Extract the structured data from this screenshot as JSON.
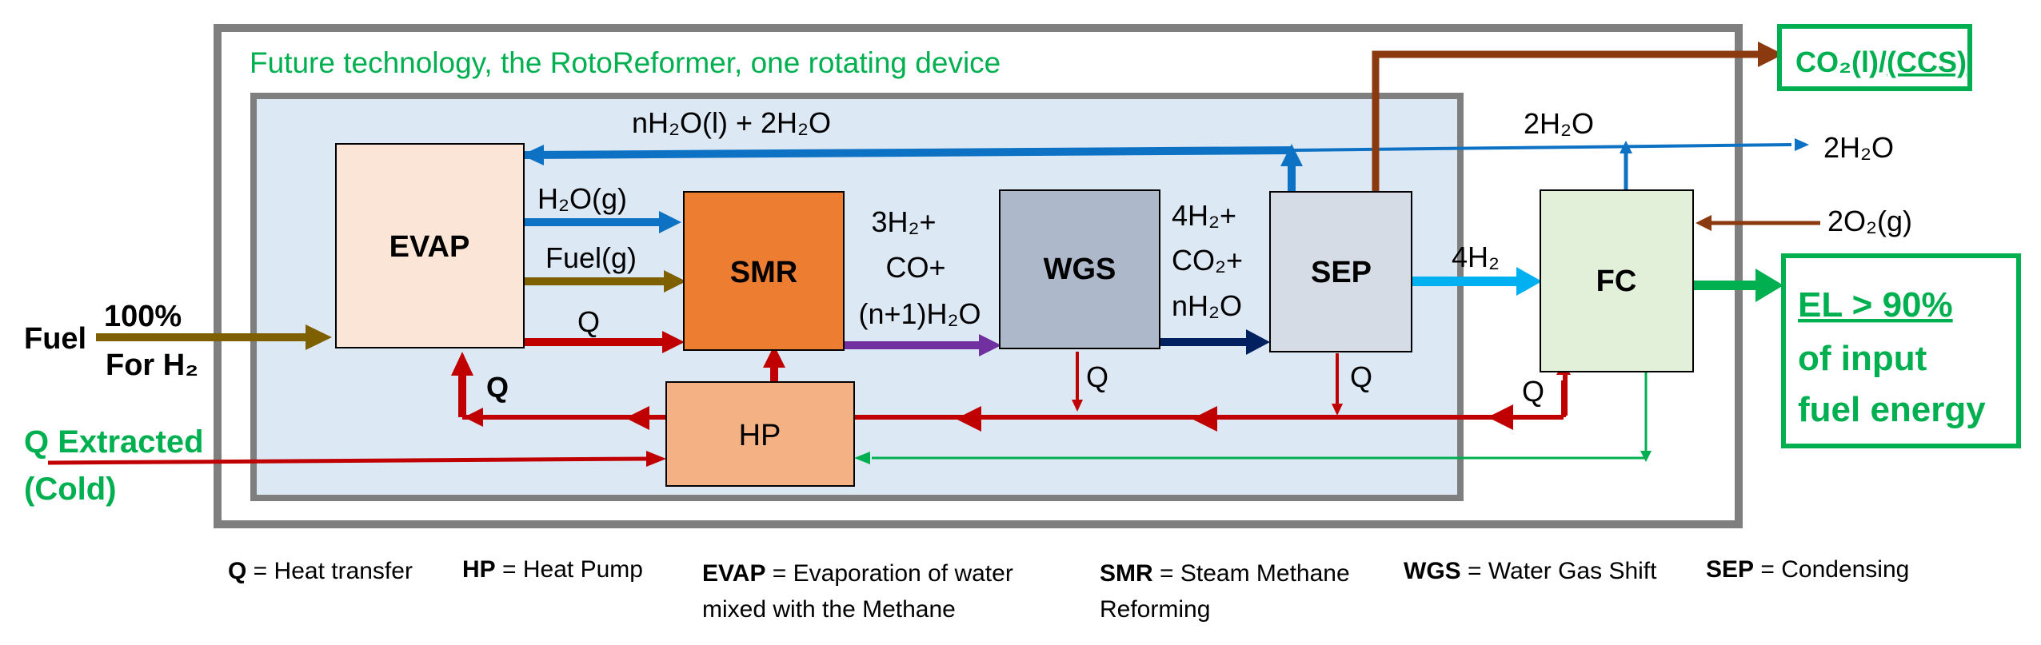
{
  "title": "Future technology, the RotoReformer, one rotating device",
  "blocks": {
    "evap": "EVAP",
    "smr": "SMR",
    "wgs": "WGS",
    "sep": "SEP",
    "fc": "FC",
    "hp": "HP"
  },
  "flows": {
    "water_return": "nH₂O(l) + 2H₂O",
    "h2o_g": "H₂O(g)",
    "fuel_g": "Fuel(g)",
    "q_evap_smr": "Q",
    "q_hp_evap": "Q",
    "smr_out": [
      "3H₂+",
      "CO+",
      "(n+1)H₂O"
    ],
    "wgs_out": [
      "4H₂+",
      "CO₂+",
      "nH₂O"
    ],
    "q_wgs": "Q",
    "q_sep": "Q",
    "q_fc": "Q",
    "sep_fc": "4H₂",
    "fc_water": "2H₂O",
    "water_out": "2H₂O",
    "o2_in": "2O₂(g)"
  },
  "inputs": {
    "fuel_label": "Fuel",
    "fuel_pct": "100%",
    "fuel_for": "For H₂",
    "q_extracted": [
      "Q Extracted",
      "(Cold)"
    ]
  },
  "outputs": {
    "co2_part1": "CO₂(l)/",
    "co2_part2": "(CCS)",
    "el_line1": "EL > 90%",
    "el_line2": "of input",
    "el_line3": "fuel energy"
  },
  "legend": [
    {
      "key": "Q",
      "text": " = Heat transfer"
    },
    {
      "key": "HP",
      "text": " = Heat Pump"
    },
    {
      "key": "EVAP",
      "text": " = Evaporation of water",
      "text2": "mixed with the Methane"
    },
    {
      "key": "SMR",
      "text": " = Steam Methane",
      "text2": "Reforming"
    },
    {
      "key": "WGS",
      "text": " = Water Gas Shift"
    },
    {
      "key": "SEP",
      "text": " = Condensing"
    }
  ],
  "colors": {
    "outer_border": "#7f7f7f",
    "inner_fill": "#dde8f5",
    "green": "#00b050",
    "water_blue": "#0e72c4",
    "heat_red": "#c00000",
    "fuel_olive": "#7f6000",
    "co2_brown": "#8b3a0f",
    "h2_cyan": "#00b0f0",
    "navy": "#002060",
    "purple": "#7030a0",
    "evap_fill": "#fbe5d6",
    "smr_fill": "#ed7d31",
    "wgs_fill": "#adb9ca",
    "sep_fill": "#d6dce5",
    "fc_fill": "#e2f0d9",
    "hp_fill": "#f4b183"
  }
}
